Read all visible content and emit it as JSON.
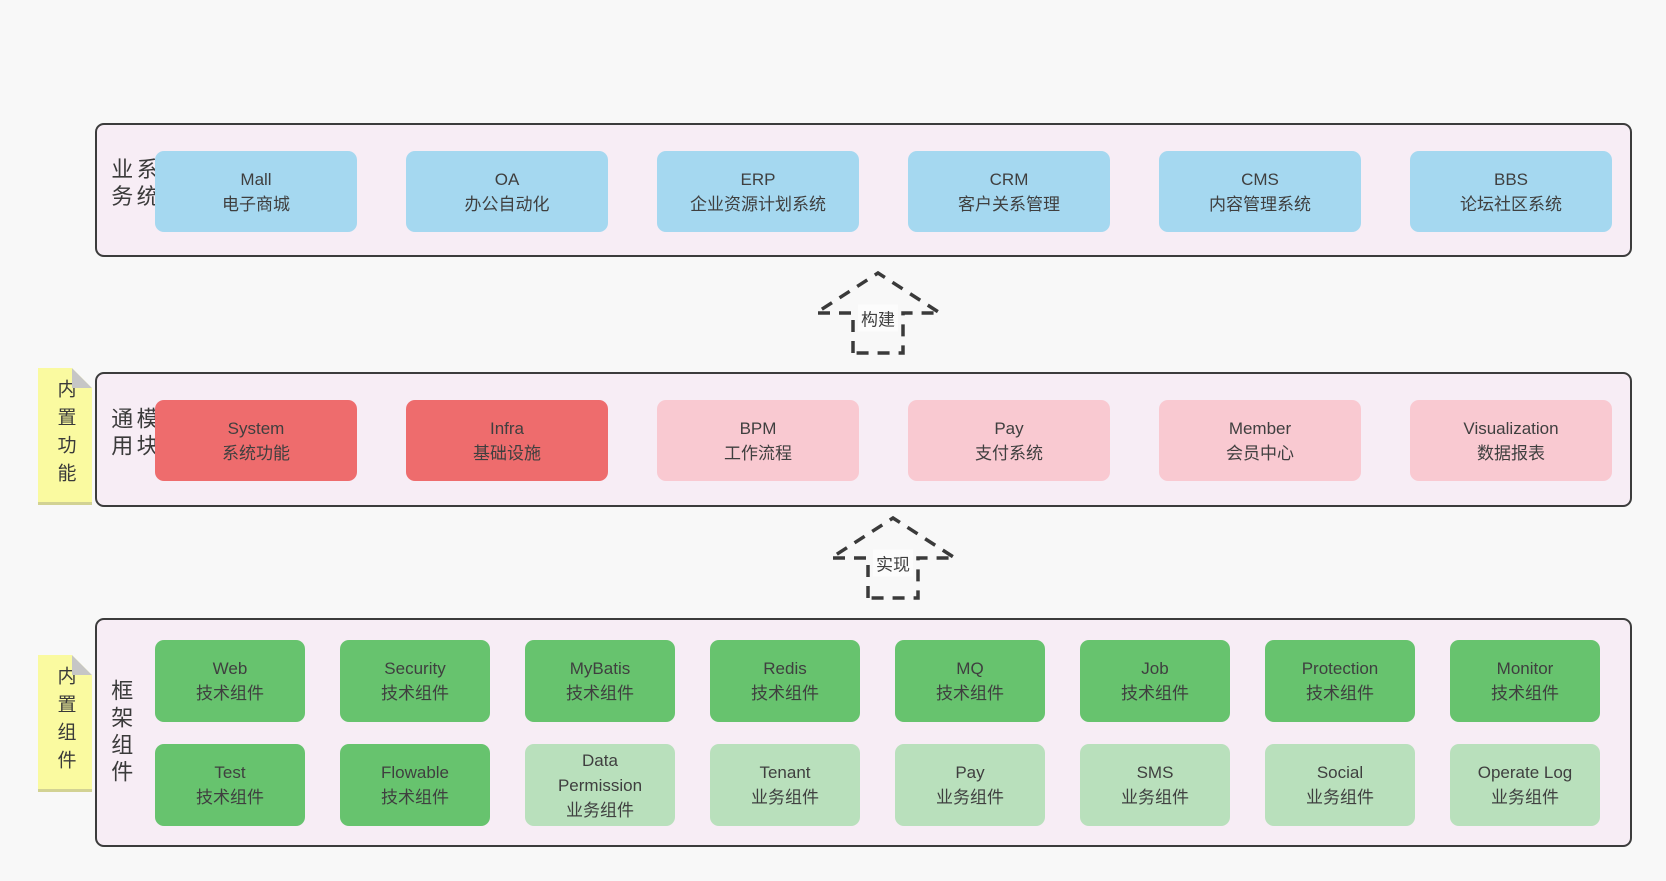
{
  "palette": {
    "page_bg": "#f8f8f8",
    "panel_bg": "#f7edf5",
    "panel_border": "#3c3c3c",
    "blue": "#a5d8f0",
    "red": "#ee6c6d",
    "pink": "#f9c9d1",
    "green": "#67c36e",
    "green_light": "#b9e0bc",
    "yellow": "#fafaa0",
    "fold_gray": "#c6c6c6",
    "text": "#3f3f3f",
    "arrow_stroke": "#3a3a3a",
    "arrow_label_bg": "#fcfcfc"
  },
  "sections": {
    "business": {
      "label": "业务系统",
      "boxes": [
        {
          "title": "Mall",
          "subtitle": "电子商城",
          "variant": "blue"
        },
        {
          "title": "OA",
          "subtitle": "办公自动化",
          "variant": "blue"
        },
        {
          "title": "ERP",
          "subtitle": "企业资源计划系统",
          "variant": "blue"
        },
        {
          "title": "CRM",
          "subtitle": "客户关系管理",
          "variant": "blue"
        },
        {
          "title": "CMS",
          "subtitle": "内容管理系统",
          "variant": "blue"
        },
        {
          "title": "BBS",
          "subtitle": "论坛社区系统",
          "variant": "blue"
        }
      ]
    },
    "modules": {
      "label": "通用模块",
      "sticky": "内置功能",
      "boxes": [
        {
          "title": "System",
          "subtitle": "系统功能",
          "variant": "red"
        },
        {
          "title": "Infra",
          "subtitle": "基础设施",
          "variant": "red"
        },
        {
          "title": "BPM",
          "subtitle": "工作流程",
          "variant": "pink"
        },
        {
          "title": "Pay",
          "subtitle": "支付系统",
          "variant": "pink"
        },
        {
          "title": "Member",
          "subtitle": "会员中心",
          "variant": "pink"
        },
        {
          "title": "Visualization",
          "subtitle": "数据报表",
          "variant": "pink"
        }
      ]
    },
    "components": {
      "label": "框架组件",
      "sticky": "内置组件",
      "rows": [
        [
          {
            "title": "Web",
            "subtitle": "技术组件",
            "variant": "green"
          },
          {
            "title": "Security",
            "subtitle": "技术组件",
            "variant": "green"
          },
          {
            "title": "MyBatis",
            "subtitle": "技术组件",
            "variant": "green"
          },
          {
            "title": "Redis",
            "subtitle": "技术组件",
            "variant": "green"
          },
          {
            "title": "MQ",
            "subtitle": "技术组件",
            "variant": "green"
          },
          {
            "title": "Job",
            "subtitle": "技术组件",
            "variant": "green"
          },
          {
            "title": "Protection",
            "subtitle": "技术组件",
            "variant": "green"
          },
          {
            "title": "Monitor",
            "subtitle": "技术组件",
            "variant": "green"
          }
        ],
        [
          {
            "title": "Test",
            "subtitle": "技术组件",
            "variant": "green"
          },
          {
            "title": "Flowable",
            "subtitle": "技术组件",
            "variant": "green"
          },
          {
            "title": "Data Permission",
            "subtitle": "业务组件",
            "variant": "green-light"
          },
          {
            "title": "Tenant",
            "subtitle": "业务组件",
            "variant": "green-light"
          },
          {
            "title": "Pay",
            "subtitle": "业务组件",
            "variant": "green-light"
          },
          {
            "title": "SMS",
            "subtitle": "业务组件",
            "variant": "green-light"
          },
          {
            "title": "Social",
            "subtitle": "业务组件",
            "variant": "green-light"
          },
          {
            "title": "Operate Log",
            "subtitle": "业务组件",
            "variant": "green-light"
          }
        ]
      ]
    }
  },
  "arrows": [
    {
      "label": "构建",
      "direction": "up"
    },
    {
      "label": "实现",
      "direction": "up"
    }
  ]
}
